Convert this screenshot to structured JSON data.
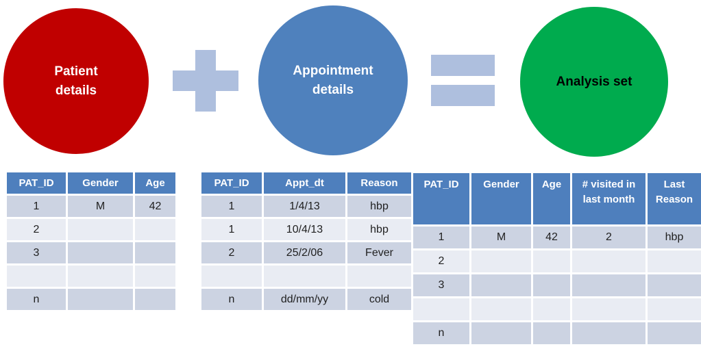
{
  "diagram": {
    "patient_circle": {
      "label": "Patient\ndetails"
    },
    "appointment_circle": {
      "label": "Appointment\ndetails"
    },
    "analysis_circle": {
      "label": "Analysis set"
    },
    "operators": {
      "plus": "plus-sign",
      "equals": "equals-sign"
    }
  },
  "tables": {
    "patient": {
      "headers": [
        "PAT_ID",
        "Gender",
        "Age"
      ],
      "rows": [
        [
          "1",
          "M",
          "42"
        ],
        [
          "2",
          "",
          ""
        ],
        [
          "3",
          "",
          ""
        ],
        [
          "",
          "",
          ""
        ],
        [
          "n",
          "",
          ""
        ]
      ]
    },
    "appointment": {
      "headers": [
        "PAT_ID",
        "Appt_dt",
        "Reason"
      ],
      "rows": [
        [
          "1",
          "1/4/13",
          "hbp"
        ],
        [
          "1",
          "10/4/13",
          "hbp"
        ],
        [
          "2",
          "25/2/06",
          "Fever"
        ],
        [
          "",
          "",
          ""
        ],
        [
          "n",
          "dd/mm/yy",
          "cold"
        ]
      ]
    },
    "analysis": {
      "headers": [
        "PAT_ID",
        "Gender",
        "Age",
        "# visited in last month",
        "Last Reason"
      ],
      "rows": [
        [
          "1",
          "M",
          "42",
          "2",
          "hbp"
        ],
        [
          "2",
          "",
          "",
          "",
          ""
        ],
        [
          "3",
          "",
          "",
          "",
          ""
        ],
        [
          "",
          "",
          "",
          "",
          ""
        ],
        [
          "n",
          "",
          "",
          "",
          ""
        ]
      ]
    }
  },
  "colors": {
    "patient_red": "#c00000",
    "appointment_blue": "#4f81bd",
    "analysis_green": "#00ab4e",
    "operator_blue": "#aebfde",
    "table_header_blue": "#4e7fbd",
    "row_band_dark": "#ccd3e2",
    "row_band_light": "#e9ecf3",
    "header_text": "#ffffff",
    "cell_text": "#1f1f1f"
  }
}
